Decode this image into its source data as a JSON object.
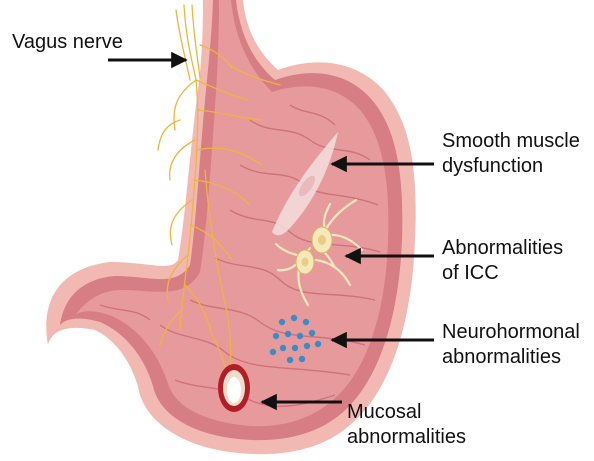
{
  "labels": {
    "vagus": {
      "line1": "Vagus nerve"
    },
    "smooth_muscle": {
      "line1": "Smooth muscle",
      "line2": "dysfunction"
    },
    "icc": {
      "line1": "Abnormalities",
      "line2": "of ICC"
    },
    "neurohormonal": {
      "line1": "Neurohormonal",
      "line2": "abnormalities"
    },
    "mucosal": {
      "line1": "Mucosal",
      "line2": "abnormalities"
    }
  },
  "icons": {
    "stomach": "stomach-illustration",
    "nerve": "vagus-nerve-branches",
    "muscle_cell": "smooth-muscle-cell-icon",
    "icc_cells": "interstitial-cells-of-cajal-icon",
    "hormones": "neurohormone-dots-icon",
    "ulcer": "mucosal-ulcer-icon",
    "arrow": "pointer-arrow-icon"
  },
  "colors": {
    "stomach_outer": "#f2b9b2",
    "stomach_wall": "#d77d84",
    "stomach_inner": "#e79a9c",
    "nerve": "#f0b43c",
    "muscle_cell": "#f4dede",
    "icc_cell": "#f6e8b8",
    "hormone_dot": "#3b8cc4",
    "ulcer_rim": "#b21e26",
    "arrow": "#111111"
  }
}
